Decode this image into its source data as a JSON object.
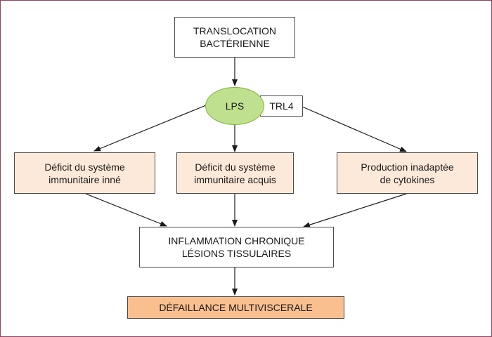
{
  "nodes": {
    "translocation": "TRANSLOCATION\nBACTÉRIENNE",
    "lps": "LPS",
    "trl4": "TRL4",
    "deficit_inne": "Déficit du système\nimmunitaire inné",
    "deficit_acquis": "Déficit du système\nimmunitaire acquis",
    "production": "Production inadaptée\nde cytokines",
    "inflammation": "INFLAMMATION CHRONIQUE\nLÉSIONS TISSULAIRES",
    "defaillance": "DÉFAILLANCE MULTIVISCERALE"
  },
  "colors": {
    "frame": "#a23a67",
    "ellipse_fill": "#bfe08e",
    "beige_fill": "#fde9d9",
    "orange_fill": "#f9bf8f"
  }
}
